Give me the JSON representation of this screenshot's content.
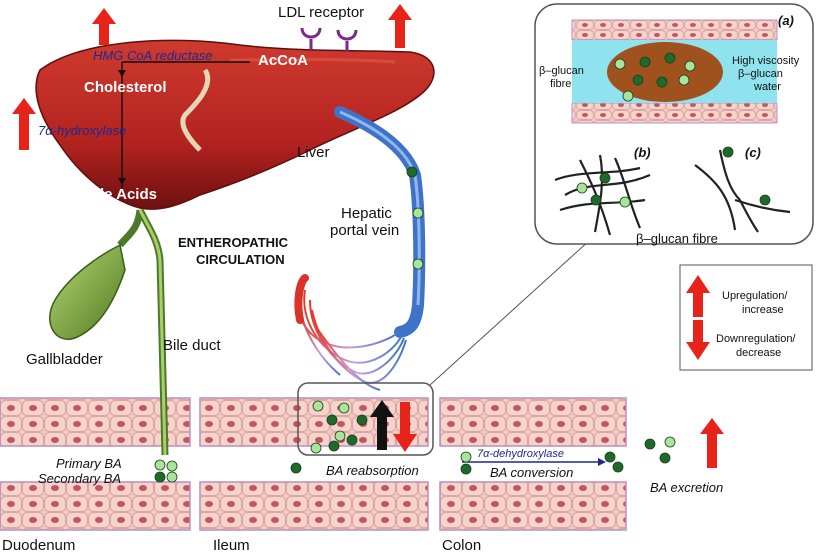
{
  "colors": {
    "liver": "#b32320",
    "liver_dark": "#6e1010",
    "gallbladder": "#7aa33a",
    "portal_vein": "#3f73c8",
    "artery": "#d9332a",
    "tissue": "#f3c9bf",
    "cell_border": "#d59a9a",
    "nucleus": "#c2575f",
    "arrow_red": "#e8231a",
    "lumen": "#8fe3ee",
    "bile_acid_primary": "#a8e59a",
    "bile_acid_secondary": "#1f6a2a",
    "fibre_mass": "#a0521e"
  },
  "liver": {
    "hmg": "HMG CoA reductase",
    "accoa": "AcCoA",
    "cholesterol": "Cholesterol",
    "hydroxylase": "7α-hydroxylase",
    "bile_acids": "Bile Acids",
    "label": "Liver"
  },
  "ldl_receptor": "LDL receptor",
  "circulation": [
    "ENTHEROPATHIC",
    "CIRCULATION"
  ],
  "portal_vein": [
    "Hepatic",
    "portal vein"
  ],
  "gallbladder": "Gallbladder",
  "bile_duct": "Bile duct",
  "primary_ba": "Primary BA",
  "secondary_ba": "Secondary BA",
  "ba_reabsorption": "BA reabsorption",
  "dehydroxylase": "7α-dehydroxylase",
  "ba_conversion": "BA conversion",
  "ba_excretion": "BA excretion",
  "segments": {
    "duodenum": "Duodenum",
    "ileum": "Ileum",
    "colon": "Colon"
  },
  "panel": {
    "a": "(a)",
    "b": "(b)",
    "c": "(c)",
    "fibre_left": [
      "β–glucan",
      "fibre"
    ],
    "viscosity": [
      "High viscosity",
      "β–glucan",
      "water"
    ],
    "fibre_bottom": "β–glucan fibre"
  },
  "legend": {
    "up": [
      "Upregulation/",
      "increase"
    ],
    "down": [
      "Downregulation/",
      "decrease"
    ]
  }
}
